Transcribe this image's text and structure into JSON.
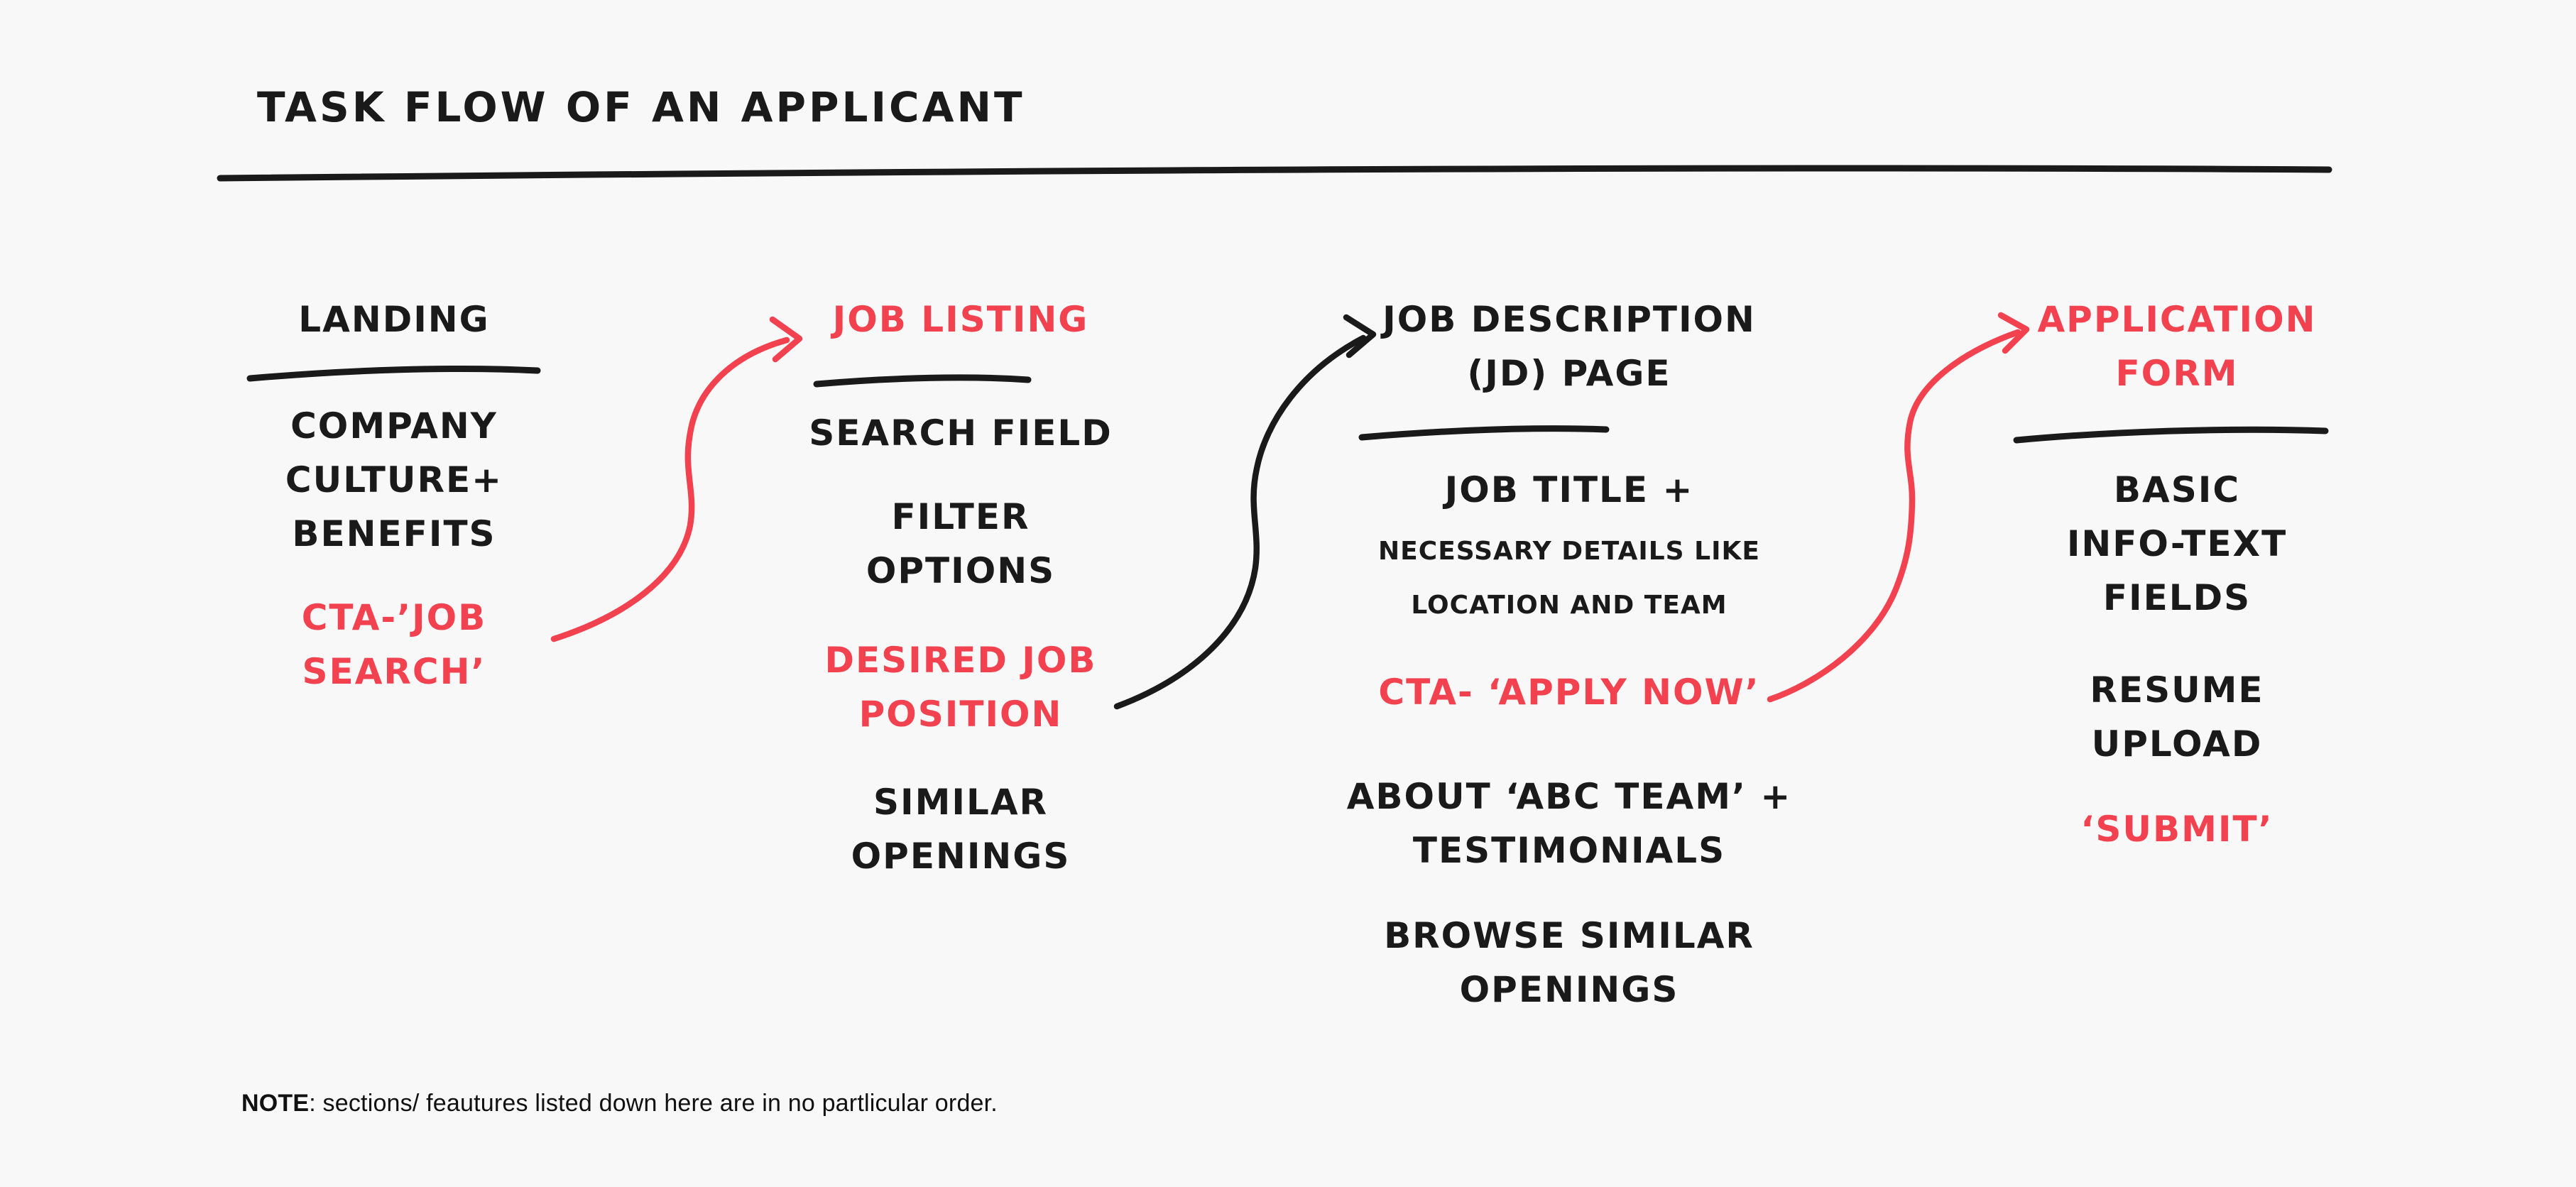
{
  "colors": {
    "background": "#f8f8f8",
    "ink": "#1a1a1a",
    "accent": "#f2424f"
  },
  "title": "TASK FLOW OF AN APPLICANT",
  "columns": [
    {
      "name": "landing",
      "heading": "LANDING",
      "heading_color": "ink",
      "items": [
        {
          "text": "COMPANY\nCULTURE+\nBENEFITS",
          "color": "ink"
        },
        {
          "text": "CTA-’JOB\nSEARCH’",
          "color": "accent"
        }
      ]
    },
    {
      "name": "job-listing",
      "heading": "JOB LISTING",
      "heading_color": "accent",
      "items": [
        {
          "text": "SEARCH FIELD",
          "color": "ink"
        },
        {
          "text": "FILTER\nOPTIONS",
          "color": "ink"
        },
        {
          "text": "DESIRED JOB\nPOSITION",
          "color": "accent"
        },
        {
          "text": "SIMILAR\nOPENINGS",
          "color": "ink"
        }
      ]
    },
    {
      "name": "job-description-page",
      "heading": "JOB DESCRIPTION\n(JD) PAGE",
      "heading_color": "ink",
      "items": [
        {
          "text": "JOB TITLE +",
          "color": "ink"
        },
        {
          "text": "NECESSARY DETAILS LIKE\nLOCATION AND TEAM",
          "color": "ink",
          "small": true
        },
        {
          "text": "CTA- ‘APPLY NOW’",
          "color": "accent"
        },
        {
          "text": "ABOUT ‘ABC TEAM’ +\nTESTIMONIALS",
          "color": "ink"
        },
        {
          "text": "BROWSE SIMILAR\nOPENINGS",
          "color": "ink"
        }
      ]
    },
    {
      "name": "application-form",
      "heading": "APPLICATION\nFORM",
      "heading_color": "accent",
      "items": [
        {
          "text": "BASIC\nINFO-TEXT\nFIELDS",
          "color": "ink"
        },
        {
          "text": "RESUME\nUPLOAD",
          "color": "ink"
        },
        {
          "text": "‘SUBMIT’",
          "color": "accent"
        }
      ]
    }
  ],
  "arrows": [
    {
      "name": "landing-to-job-listing",
      "from": "CTA-’JOB SEARCH’",
      "to": "JOB LISTING",
      "color": "accent"
    },
    {
      "name": "job-listing-to-jd-page",
      "from": "DESIRED JOB POSITION",
      "to": "JOB DESCRIPTION (JD) PAGE",
      "color": "ink"
    },
    {
      "name": "jd-page-to-application-form",
      "from": "CTA- ‘APPLY NOW’",
      "to": "APPLICATION FORM",
      "color": "accent"
    }
  ],
  "note": {
    "label": "NOTE",
    "text": ": sections/ feautures listed down here are in no partlicular order."
  }
}
